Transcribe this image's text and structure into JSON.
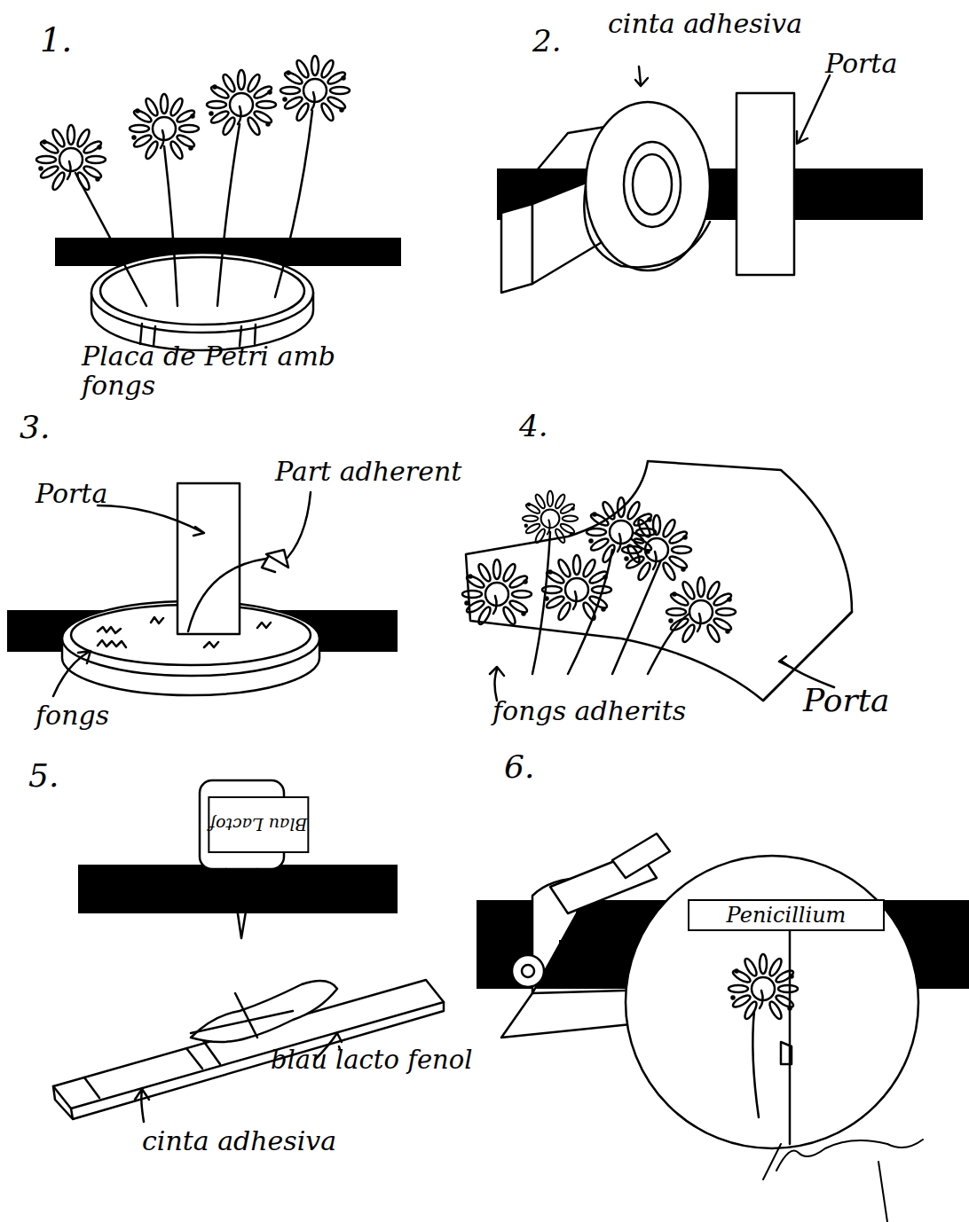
{
  "diagram": {
    "nodes": [
      {
        "text": [
          "Blau Lactof"
        ]
      },
      {
        "text": [
          "Penicillium"
        ]
      }
    ],
    "labels": [
      "1.",
      "2.",
      "cinta adhesiva",
      "Porta",
      "Placa de Petri amb fongs",
      "3.",
      "Porta",
      "Part adherent",
      "fongs",
      "4.",
      "fongs adherits",
      "Porta",
      "5.",
      "6.",
      "blau lacto fenol",
      "cinta adhesiva"
    ]
  }
}
